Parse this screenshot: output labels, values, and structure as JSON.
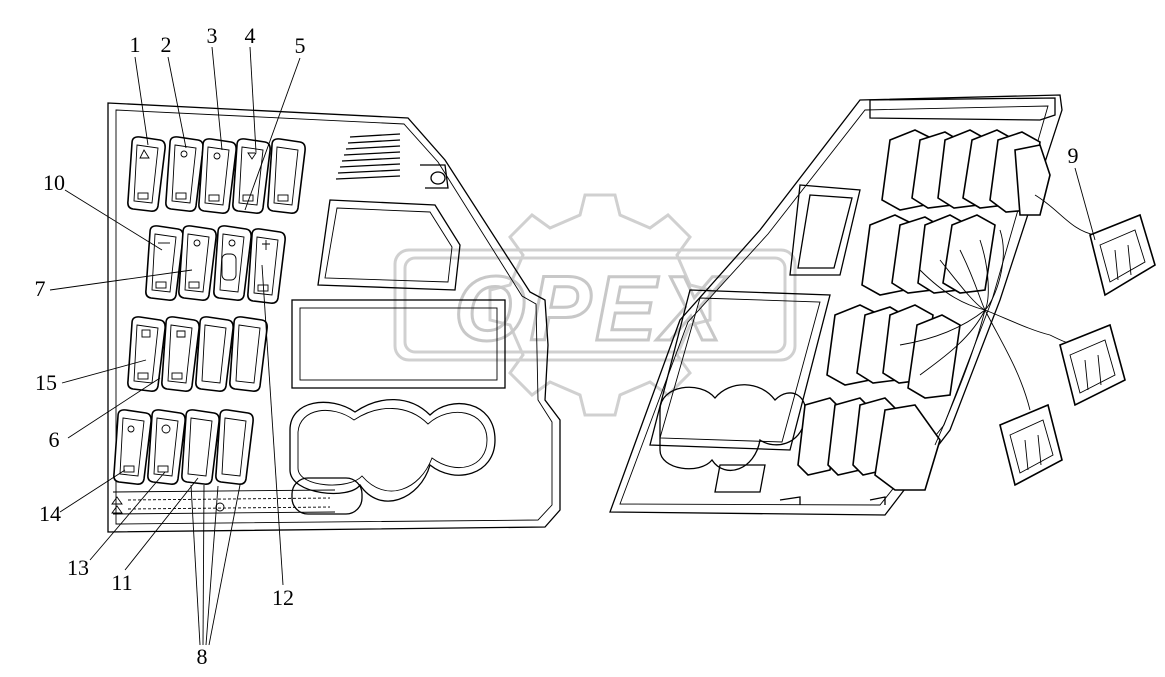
{
  "diagram": {
    "watermark": "OPEX",
    "callouts": [
      {
        "id": "c1",
        "text": "1"
      },
      {
        "id": "c2",
        "text": "2"
      },
      {
        "id": "c3",
        "text": "3"
      },
      {
        "id": "c4",
        "text": "4"
      },
      {
        "id": "c5",
        "text": "5"
      },
      {
        "id": "c10",
        "text": "10"
      },
      {
        "id": "c7",
        "text": "7"
      },
      {
        "id": "c15",
        "text": "15"
      },
      {
        "id": "c6",
        "text": "6"
      },
      {
        "id": "c14",
        "text": "14"
      },
      {
        "id": "c13",
        "text": "13"
      },
      {
        "id": "c11",
        "text": "11"
      },
      {
        "id": "c8",
        "text": "8"
      },
      {
        "id": "c12",
        "text": "12"
      },
      {
        "id": "c9",
        "text": "9"
      }
    ],
    "colors": {
      "line": "#000000",
      "watermark": "#c8c8c8",
      "background": "#ffffff"
    }
  }
}
